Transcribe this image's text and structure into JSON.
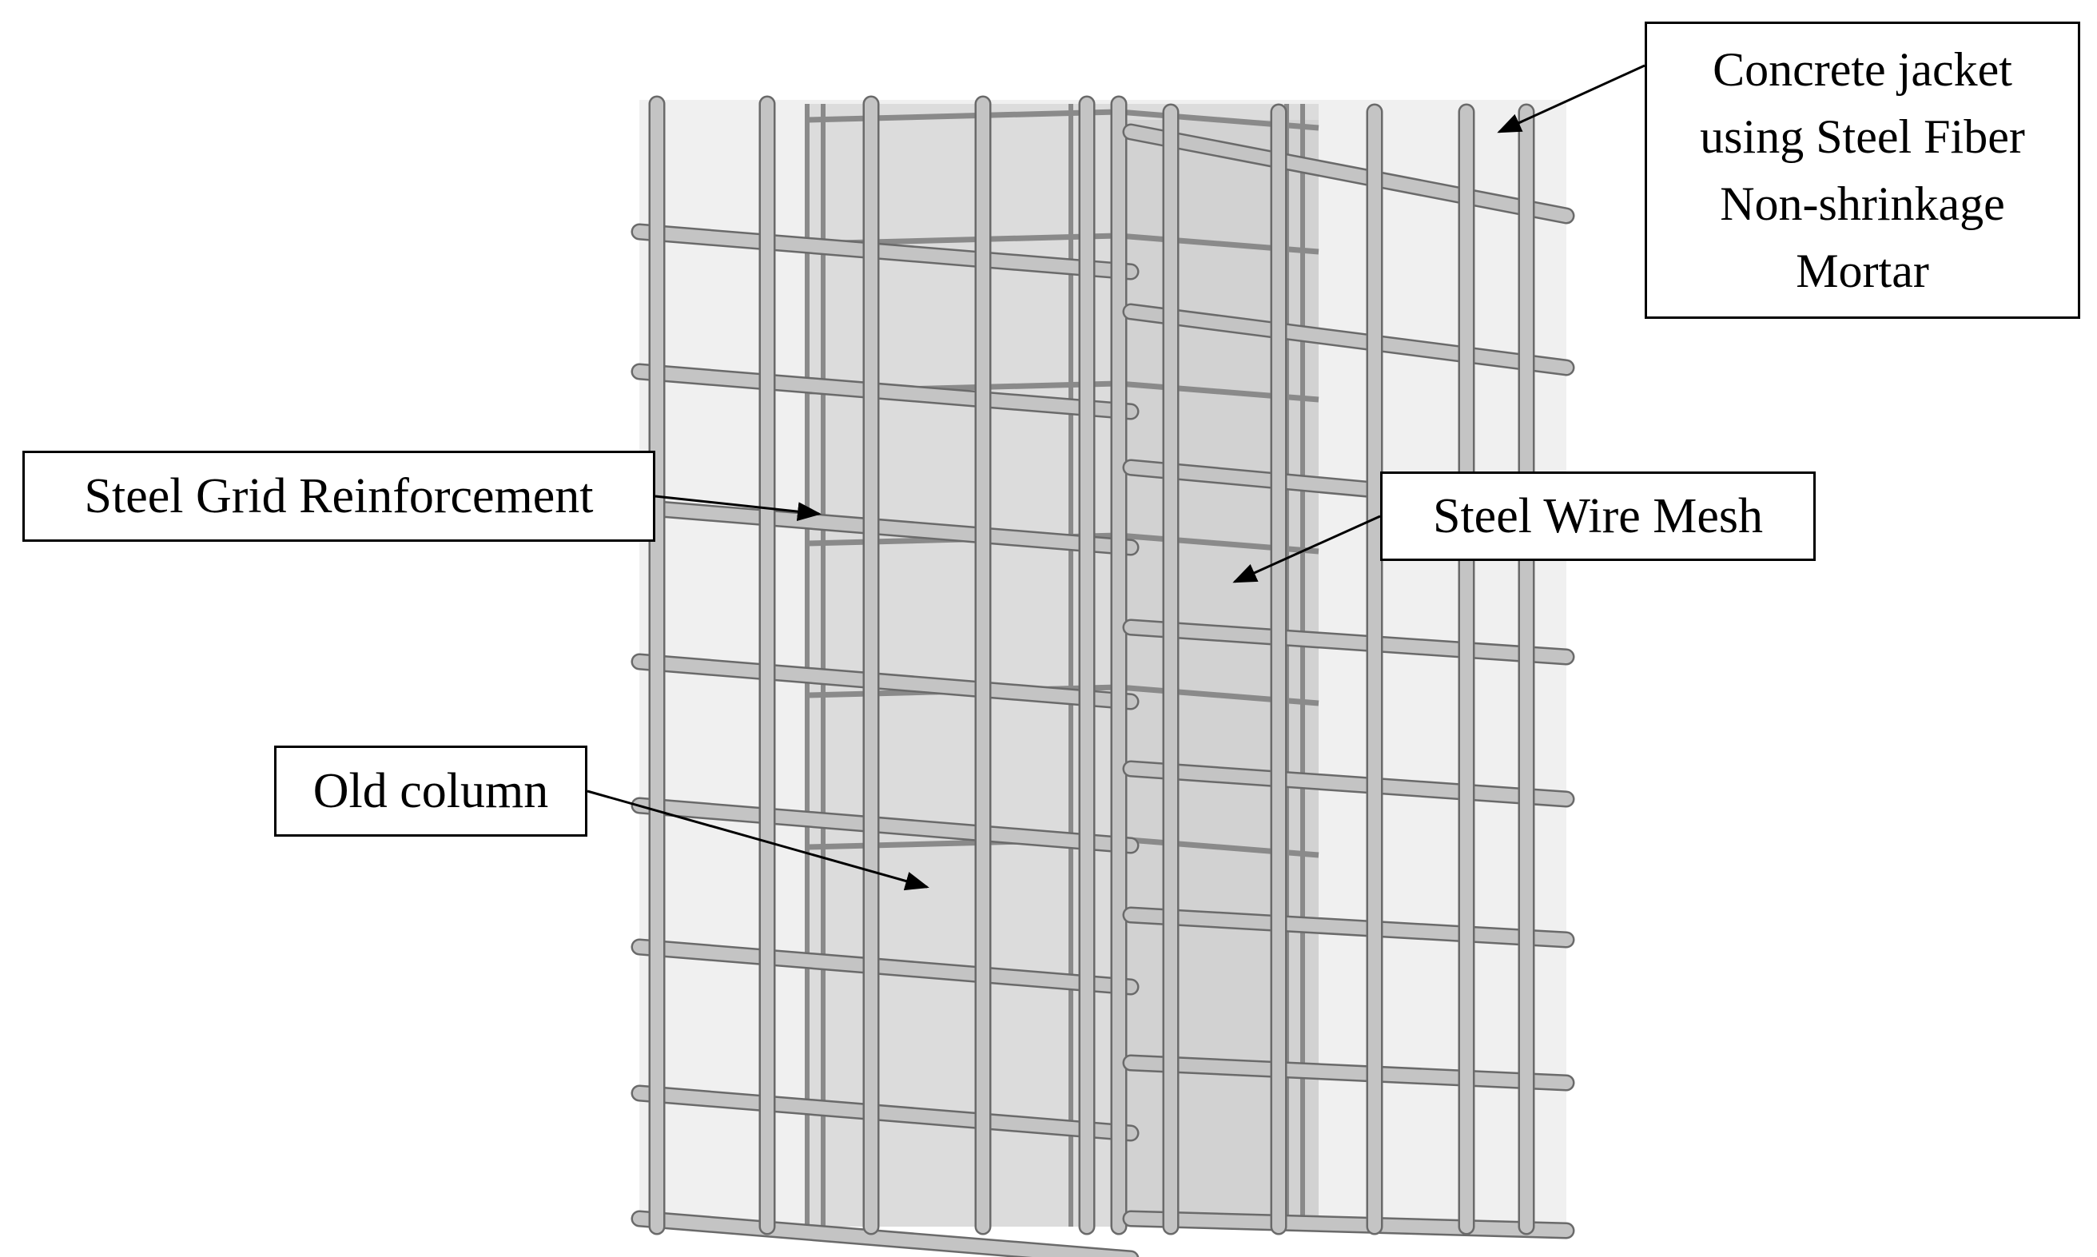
{
  "labels": {
    "concrete_jacket": [
      "Concrete jacket",
      "using Steel Fiber",
      "Non-shrinkage",
      "Mortar"
    ],
    "steel_grid": "Steel Grid Reinforcement",
    "steel_wire_mesh": "Steel Wire Mesh",
    "old_column": "Old column"
  },
  "colors": {
    "jacket_fill": "#f0f0f0",
    "column_fill": "#dcdcdc",
    "rebar": "#c4c4c4",
    "rebar_outline": "#6a6a6a",
    "inner_bar": "#8a8a8a",
    "leader": "#000000"
  }
}
